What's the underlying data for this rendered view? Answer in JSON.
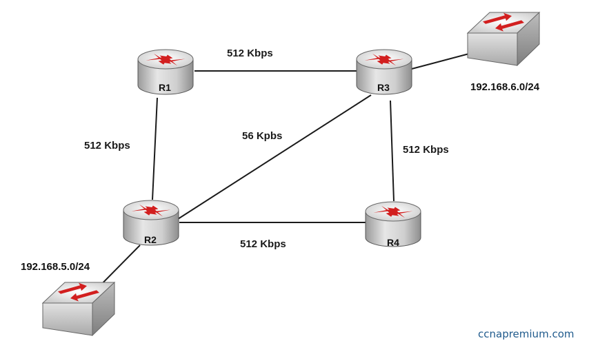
{
  "routers": {
    "r1": {
      "label": "R1"
    },
    "r2": {
      "label": "R2"
    },
    "r3": {
      "label": "R3"
    },
    "r4": {
      "label": "R4"
    }
  },
  "switches": {
    "sw_top": {
      "network": "192.168.6.0/24"
    },
    "sw_bottom": {
      "network": "192.168.5.0/24"
    }
  },
  "links": {
    "r1_r3": "512 Kbps",
    "r1_r2": "512 Kbps",
    "r2_r3": "56 Kpbs",
    "r3_r4": "512 Kbps",
    "r2_r4": "512 Kbps"
  },
  "watermark": "ccnapremium.com",
  "colors": {
    "router_arrow": "#d21f1f",
    "device_body": "#cfcfcf",
    "device_top": "#efefef",
    "watermark": "#1f5a8c"
  }
}
